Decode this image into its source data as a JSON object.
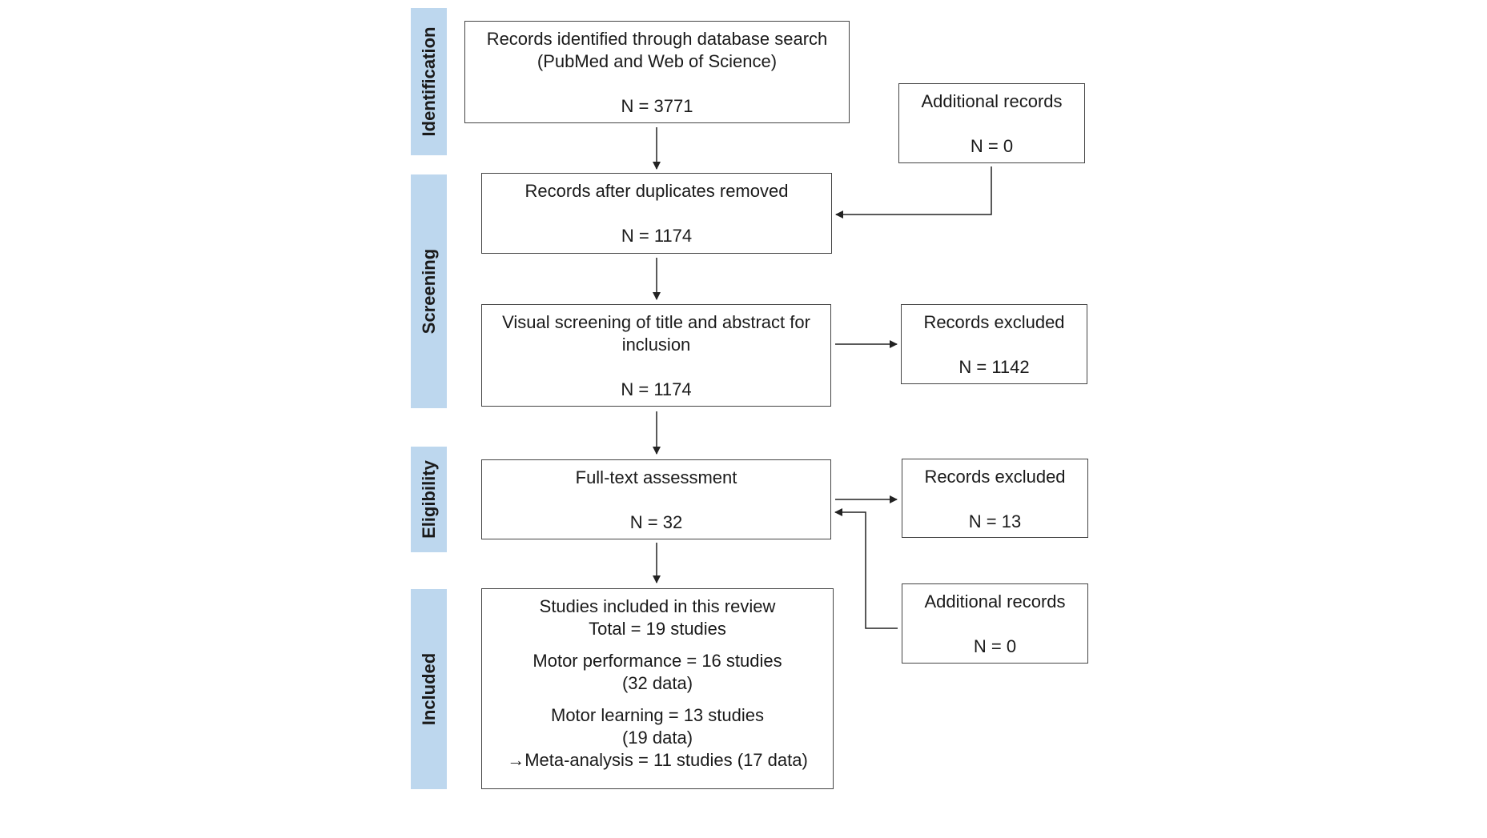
{
  "stages": {
    "identification": "Identification",
    "screening": "Screening",
    "eligibility": "Eligibility",
    "included": "Included"
  },
  "boxes": {
    "database_search": {
      "line1": "Records identified through database search",
      "line2": "(PubMed and Web of Science)",
      "count": "N = 3771"
    },
    "additional_records_1": {
      "title": "Additional records",
      "count": "N = 0"
    },
    "duplicates_removed": {
      "title": "Records after duplicates removed",
      "count": "N = 1174"
    },
    "visual_screening": {
      "line1": "Visual screening of title and abstract for",
      "line2": "inclusion",
      "count": "N = 1174"
    },
    "records_excluded_1": {
      "title": "Records excluded",
      "count": "N = 1142"
    },
    "full_text": {
      "title": "Full-text assessment",
      "count": "N = 32"
    },
    "records_excluded_2": {
      "title": "Records excluded",
      "count": "N = 13"
    },
    "additional_records_2": {
      "title": "Additional records",
      "count": "N = 0"
    },
    "included": {
      "line1": "Studies included in this review",
      "line2": "Total = 19 studies",
      "line3": "Motor performance = 16 studies",
      "line4": "(32 data)",
      "line5": "Motor learning = 13 studies",
      "line6": "(19 data)",
      "line7": "→Meta-analysis  = 11 studies (17 data)"
    }
  },
  "colors": {
    "stage_fill": "#bdd7ee",
    "box_border": "#444444",
    "arrow": "#222222"
  }
}
